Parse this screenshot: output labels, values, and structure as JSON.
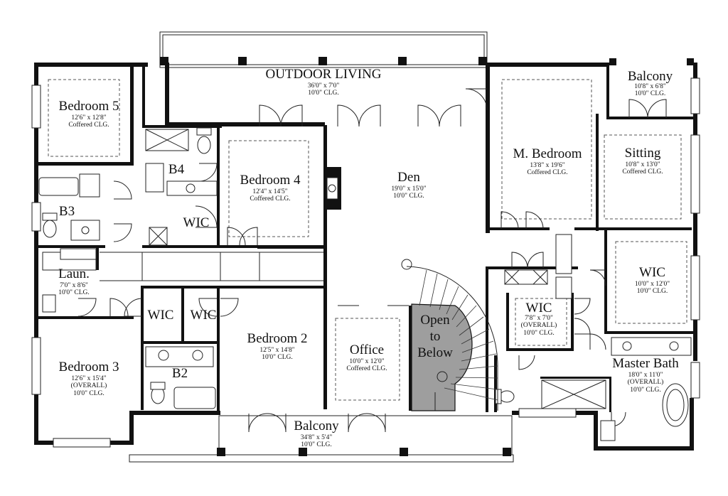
{
  "rooms": {
    "outdoor_living": {
      "name": "OUTDOOR LIVING",
      "dims": [
        "36'0\" x 7'0\"",
        "10'0\" CLG."
      ]
    },
    "bedroom5": {
      "name": "Bedroom 5",
      "dims": [
        "12'6\" x 12'8\"",
        "Coffered CLG."
      ]
    },
    "b4": {
      "name": "B4",
      "dims": []
    },
    "bedroom4": {
      "name": "Bedroom 4",
      "dims": [
        "12'4\" x 14'5\"",
        "Coffered CLG."
      ]
    },
    "den": {
      "name": "Den",
      "dims": [
        "19'0\" x 15'0\"",
        "10'0\" CLG."
      ]
    },
    "m_bedroom": {
      "name": "M. Bedroom",
      "dims": [
        "13'8\" x 19'6\"",
        "Coffered CLG."
      ]
    },
    "balcony_top": {
      "name": "Balcony",
      "dims": [
        "10'8\" x 6'8\"",
        "10'0\" CLG."
      ]
    },
    "sitting": {
      "name": "Sitting",
      "dims": [
        "10'8\" x 13'0\"",
        "Coffered CLG."
      ]
    },
    "b3": {
      "name": "B3",
      "dims": []
    },
    "wic_b4": {
      "name": "WIC",
      "dims": []
    },
    "laundry": {
      "name": "Laun.",
      "dims": [
        "7'0\" x 8'6\"",
        "10'0\" CLG."
      ]
    },
    "wic_master": {
      "name": "WIC",
      "dims": [
        "10'0\" x 12'0\"",
        "10'0\" CLG."
      ]
    },
    "wic_b3": {
      "name": "WIC",
      "dims": []
    },
    "wic_b2": {
      "name": "WIC",
      "dims": []
    },
    "bedroom2": {
      "name": "Bedroom 2",
      "dims": [
        "12'5\" x 14'8\"",
        "10'0\" CLG."
      ]
    },
    "office": {
      "name": "Office",
      "dims": [
        "10'0\" x 12'0\"",
        "Coffered CLG."
      ]
    },
    "open_to_below": {
      "name_lines": [
        "Open",
        "to",
        "Below"
      ]
    },
    "wic_small": {
      "name": "WIC",
      "dims": [
        "7'8\" x 7'0\"",
        "(OVERALL)",
        "10'0\" CLG."
      ]
    },
    "bedroom3": {
      "name": "Bedroom 3",
      "dims": [
        "12'6\" x 15'4\"",
        "(OVERALL)",
        "10'0\" CLG."
      ]
    },
    "b2": {
      "name": "B2",
      "dims": []
    },
    "master_bath": {
      "name": "Master Bath",
      "dims": [
        "18'0\" x 11'0\"",
        "(OVERALL)",
        "10'0\" CLG."
      ]
    },
    "balcony_bottom": {
      "name": "Balcony",
      "dims": [
        "34'8\" x 5'4\"",
        "10'0\" CLG."
      ]
    }
  }
}
